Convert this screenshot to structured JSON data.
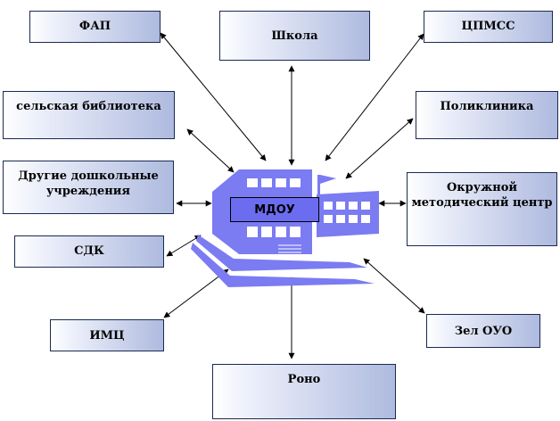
{
  "center": {
    "label": "МДОУ"
  },
  "nodes": {
    "fap": "ФАП",
    "school": "Школа",
    "cpmss": "ЦПМСС",
    "library": "сельская библиотека",
    "polyclinic": "Поликлиника",
    "preschool_line1": "Другие дошкольные",
    "preschool_line2": "учреждения",
    "method_center_line1": "Окружной",
    "method_center_line2": "методический центр",
    "sdk": "СДК",
    "imc": "ИМЦ",
    "zel_ouo": "Зел ОУО",
    "rono": "Роно"
  },
  "colors": {
    "building": "#7b7bf2",
    "node_gradient_end": "#aebadf",
    "arrow": "#000000"
  }
}
